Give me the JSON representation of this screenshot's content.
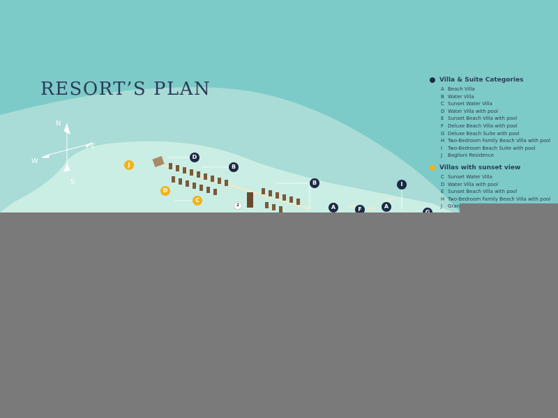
{
  "title": "RESORT’S PLAN",
  "colors": {
    "sea_deep": "#7dcbc9",
    "sea_light": "#a9dcd6",
    "land": "#cbeee4",
    "navy": "#1d2a44",
    "gold": "#f2b21a",
    "title_text": "#2c3a55",
    "overlay_grey": "#7a7a7a"
  },
  "compass": {
    "north": "N",
    "east": "E",
    "south": "S",
    "west": "W"
  },
  "legend": {
    "categories": {
      "heading": "Villa & Suite Categories",
      "items": [
        {
          "code": "A",
          "label": "Beach Villa"
        },
        {
          "code": "B",
          "label": "Water Villa"
        },
        {
          "code": "C",
          "label": "Sunset Water Villa"
        },
        {
          "code": "D",
          "label": "Water Villa with pool"
        },
        {
          "code": "E",
          "label": "Sunset Beach Villa with pool"
        },
        {
          "code": "F",
          "label": "Deluxe Beach Villa with pool"
        },
        {
          "code": "G",
          "label": "Deluxe Beach Suite with pool"
        },
        {
          "code": "H",
          "label": "Two-Bedroom Family Beach Villa with pool"
        },
        {
          "code": "I",
          "label": "Two-Bedroom Beach Suite with pool"
        },
        {
          "code": "J",
          "label": "Baglioni Residence"
        }
      ]
    },
    "sunset": {
      "heading": "Villas with sunset view",
      "items": [
        {
          "code": "C",
          "label": "Sunset Water Villa"
        },
        {
          "code": "D",
          "label": "Water Villa with pool"
        },
        {
          "code": "E",
          "label": "Sunset Beach Villa with pool"
        },
        {
          "code": "H",
          "label": "Two-Bedroom Family Beach Villa with pool"
        },
        {
          "code": "J",
          "label": "Grand Baglioni Maldives Villa"
        }
      ]
    }
  },
  "markers": {
    "j_gold": "J",
    "d_navy_1": "D",
    "b_navy_1": "B",
    "d_gold": "D",
    "c_gold": "C",
    "b_navy_2": "B",
    "i_navy": "I",
    "a_navy_1": "A",
    "f_navy": "F",
    "a_navy_2": "A",
    "g_navy_partial": "G",
    "number_2": "2"
  }
}
